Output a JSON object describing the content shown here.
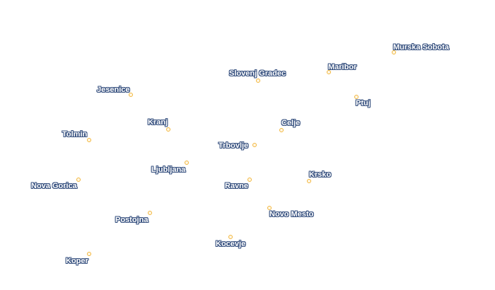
{
  "colors": {
    "dot": "#f2b63c",
    "label_fill": "#ffffff",
    "label_halo": "#36507f"
  },
  "cities": [
    {
      "id": "murska-sobota",
      "name": "Murska Sobota"
    },
    {
      "id": "maribor",
      "name": "Maribor"
    },
    {
      "id": "slovenj-gradec",
      "name": "Slovenj Gradec"
    },
    {
      "id": "jesenice",
      "name": "Jesenice"
    },
    {
      "id": "ptuj",
      "name": "Ptuj"
    },
    {
      "id": "kranj",
      "name": "Kranj"
    },
    {
      "id": "celje",
      "name": "Celje"
    },
    {
      "id": "tolmin",
      "name": "Tolmin"
    },
    {
      "id": "trbovlje",
      "name": "Trbovlje"
    },
    {
      "id": "ljubljana",
      "name": "Ljubljana"
    },
    {
      "id": "krsko",
      "name": "Krsko"
    },
    {
      "id": "nova-gorica",
      "name": "Nova Gorica"
    },
    {
      "id": "ravne",
      "name": "Ravne"
    },
    {
      "id": "novo-mesto",
      "name": "Novo Mesto"
    },
    {
      "id": "postojna",
      "name": "Postojna"
    },
    {
      "id": "kocevje",
      "name": "Kocevje"
    },
    {
      "id": "koper",
      "name": "Koper"
    }
  ]
}
